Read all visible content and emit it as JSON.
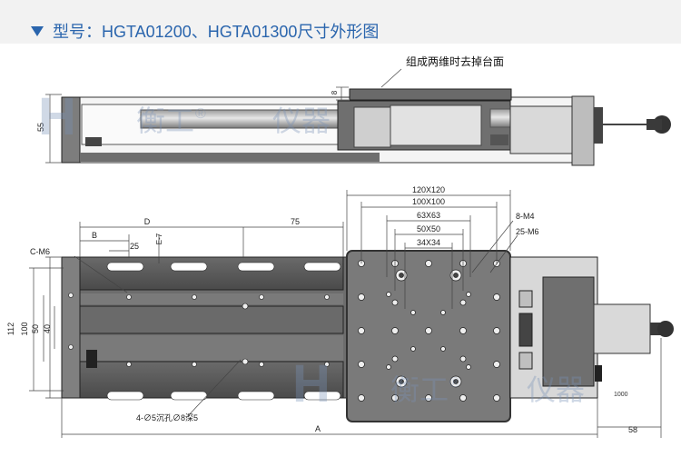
{
  "header": {
    "title": "型号：HGTA01200、HGTA01300尺寸外形图",
    "icon": "triangle-down-icon",
    "accent_color": "#2a65ad"
  },
  "callouts": {
    "top_plate": "组成两维时去掉台面",
    "pcd_8m4": "8-M4",
    "pcd_25m6": "25-M6",
    "side_cm6": "C-M6",
    "counterbore": "4-∅5沉孔∅8深5"
  },
  "dims": {
    "d8": "8",
    "d55": "55",
    "d120": "120X120",
    "d100": "100X100",
    "d63": "63X63",
    "d50": "50X50",
    "d34": "34X34",
    "dD": "D",
    "dB": "B",
    "d25": "25",
    "dE7": "E-7",
    "d75": "75",
    "d112": "112",
    "d100v": "100",
    "d50v": "50",
    "d40v": "40",
    "dA": "A",
    "d58": "58"
  },
  "watermark": {
    "brand": "衡工",
    "reg": "®",
    "suffix": "仪器"
  }
}
